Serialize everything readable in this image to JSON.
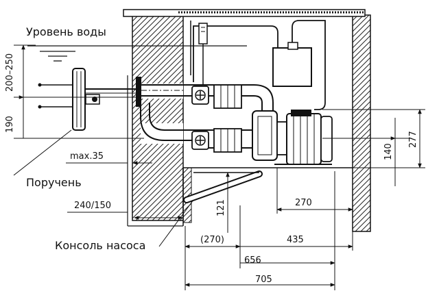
{
  "labels": {
    "water_level": "Уровень воды",
    "handrail": "Поручень",
    "pump_console": "Консоль насоса"
  },
  "dimensions": {
    "d200_250": "200–250",
    "d190": "190",
    "max35": "max.35",
    "d240_150": "240/150",
    "d121": "121",
    "d270_top": "270",
    "d270_paren": "(270)",
    "d435": "435",
    "d656": "656",
    "d705": "705",
    "d277": "277",
    "d140": "140"
  }
}
